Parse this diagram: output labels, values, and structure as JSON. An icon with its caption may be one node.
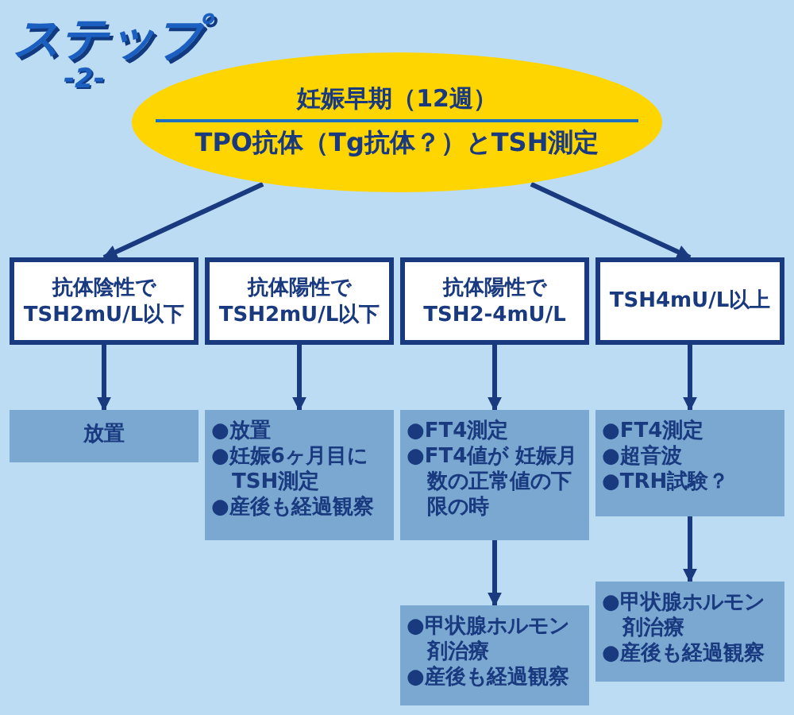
{
  "diagram": {
    "title": "ステップ",
    "labels": [
      "-2-"
    ],
    "nodes": [
      {
        "text": [
          "妊娠早期（12週）",
          "TPO抗体（Tg抗体？）とTSH測定"
        ]
      },
      {
        "text": [
          "抗体陰性で TSH2mU/L以下"
        ]
      },
      {
        "text": [
          "抗体陽性で TSH2mU/L以下"
        ]
      },
      {
        "text": [
          "抗体陽性で TSH2-4mU/L"
        ]
      },
      {
        "text": [
          "TSH4mU/L以上"
        ]
      },
      {
        "text": [
          "放置"
        ]
      },
      {
        "text": [
          "●放置",
          "●妊娠6ヶ月目にTSH測定",
          "●産後も経過観察"
        ]
      },
      {
        "text": [
          "●FT4測定",
          "●FT4値が 妊娠月数の正常値の下限の時"
        ]
      },
      {
        "text": [
          "●FT4測定",
          "●超音波",
          "●TRH試験？"
        ]
      },
      {
        "text": [
          "●甲状腺ホルモン剤治療",
          "●産後も経過観察"
        ]
      },
      {
        "text": [
          "●甲状腺ホルモン剤治療",
          "●産後も経過観察"
        ]
      }
    ],
    "edges": [
      {
        "from": 0,
        "to": 1,
        "arrow": "to"
      },
      {
        "from": 0,
        "to": 4,
        "arrow": "to"
      },
      {
        "from": 1,
        "to": 5,
        "arrow": "to"
      },
      {
        "from": 2,
        "to": 6,
        "arrow": "to"
      },
      {
        "from": 3,
        "to": 7,
        "arrow": "to"
      },
      {
        "from": 4,
        "to": 8,
        "arrow": "to"
      },
      {
        "from": 7,
        "to": 9,
        "arrow": "to"
      },
      {
        "from": 8,
        "to": 10,
        "arrow": "to"
      }
    ]
  }
}
